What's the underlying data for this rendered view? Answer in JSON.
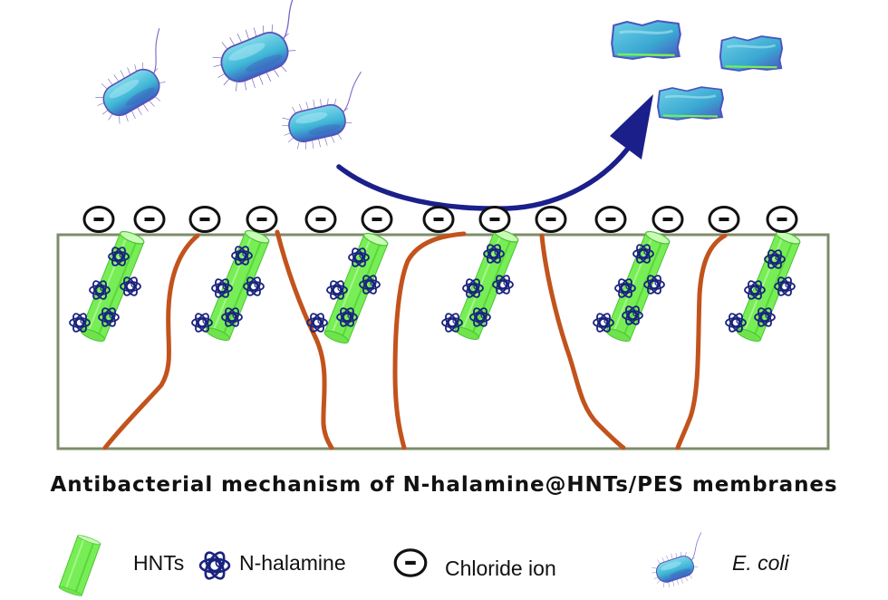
{
  "caption": "Antibacterial mechanism of N-halamine@HNTs/PES membranes",
  "legend": {
    "hnts": "HNTs",
    "nhalamine": "N-halamine",
    "chloride": "Chloride ion",
    "ecoli": "E. coli"
  },
  "colors": {
    "hnt_fill": "#77ee55",
    "nhalamine": "#1a237e",
    "polymer_chain": "#c2531c",
    "membrane_border": "#7d8c6a",
    "arrow": "#1b1f8a",
    "bacteria_body": "#3fb6d6",
    "bacteria_outline": "#5b4fb4"
  }
}
